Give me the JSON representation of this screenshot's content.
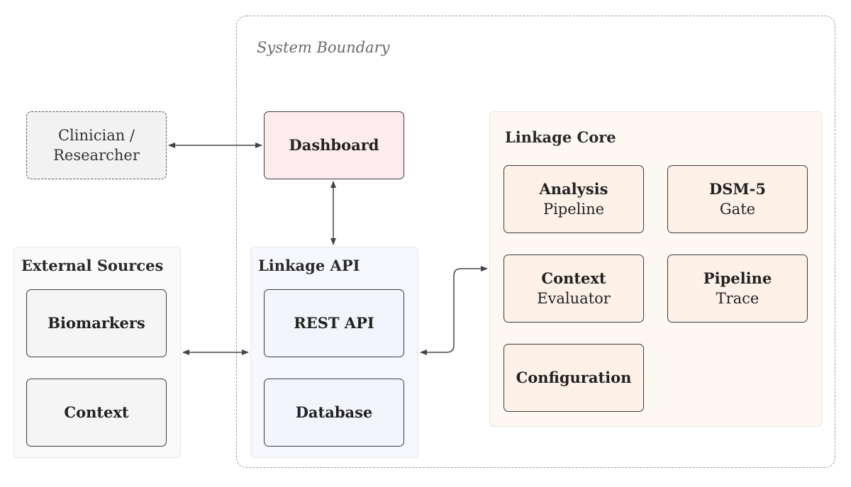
{
  "boundary": {
    "label": "System Boundary"
  },
  "actor": {
    "line1": "Clinician /",
    "line2": "Researcher"
  },
  "dashboard": {
    "label": "Dashboard"
  },
  "external_sources": {
    "title": "External Sources",
    "items": [
      {
        "label": "Biomarkers"
      },
      {
        "label": "Context"
      }
    ]
  },
  "linkage_api": {
    "title": "Linkage API",
    "items": [
      {
        "label": "REST API"
      },
      {
        "label": "Database"
      }
    ]
  },
  "linkage_core": {
    "title": "Linkage Core",
    "items": [
      {
        "title": "Analysis",
        "subtitle": "Pipeline"
      },
      {
        "title": "DSM-5",
        "subtitle": "Gate"
      },
      {
        "title": "Context",
        "subtitle": "Evaluator"
      },
      {
        "title": "Pipeline",
        "subtitle": "Trace"
      },
      {
        "title": "Configuration",
        "subtitle": ""
      }
    ]
  },
  "colors": {
    "dashboard_fill": "#fdeced",
    "api_fill": "#f3f5fc",
    "core_fill": "#fdf1e8",
    "external_fill": "#f5f5f5",
    "edge": "#444444"
  }
}
